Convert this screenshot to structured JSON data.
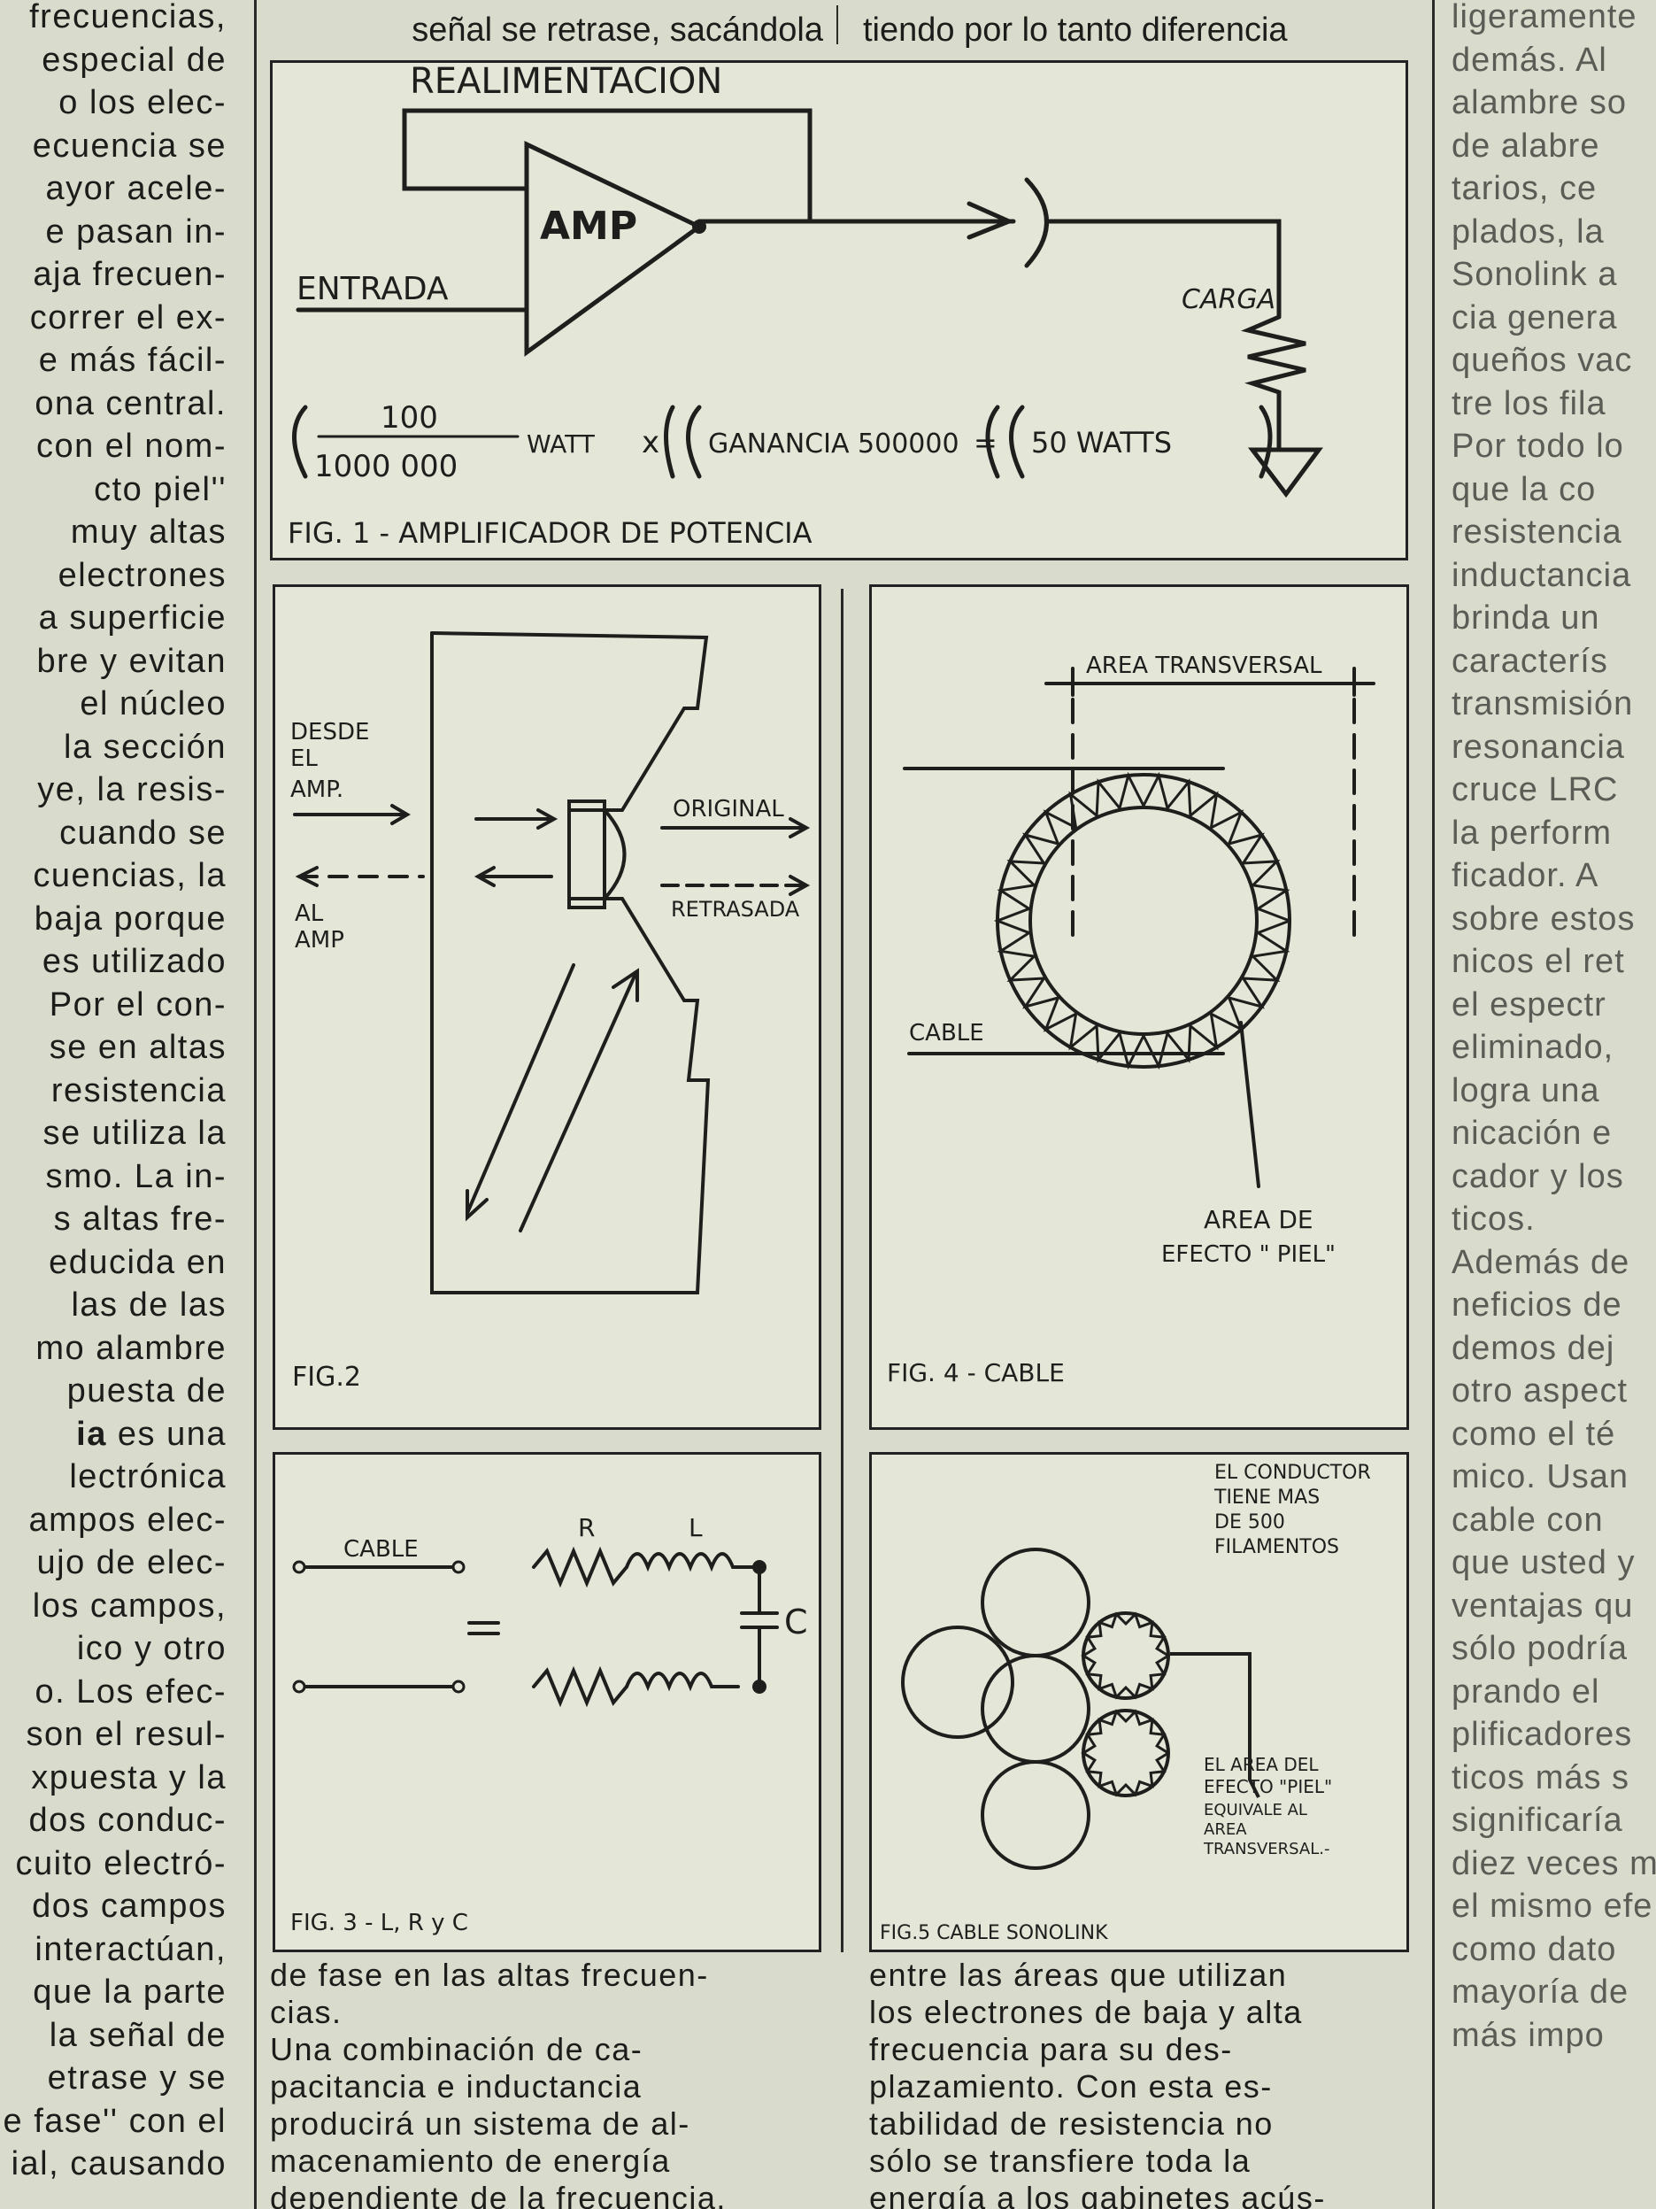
{
  "left_column": [
    {
      "t": "frecuencias,"
    },
    {
      "t": "especial de"
    },
    {
      "t": "o los elec-"
    },
    {
      "t": "ecuencia se"
    },
    {
      "t": "ayor acele-"
    },
    {
      "t": "e pasan in-"
    },
    {
      "t": "aja frecuen-"
    },
    {
      "t": "correr el ex-"
    },
    {
      "t": "e más fácil-"
    },
    {
      "t": "ona central."
    },
    {
      "t": "con el nom-"
    },
    {
      "t": "cto piel''"
    },
    {
      "t": "muy altas"
    },
    {
      "t": "electrones"
    },
    {
      "t": "a superficie"
    },
    {
      "t": "bre y evitan"
    },
    {
      "t": "el núcleo"
    },
    {
      "t": "la sección"
    },
    {
      "t": "ye, la resis-"
    },
    {
      "t": "cuando se"
    },
    {
      "t": "cuencias, la"
    },
    {
      "t": "baja porque"
    },
    {
      "t": "es utilizado"
    },
    {
      "t": "Por el con-"
    },
    {
      "t": "se en altas"
    },
    {
      "t": "resistencia"
    },
    {
      "t": "se utiliza la"
    },
    {
      "t": "smo. La in-"
    },
    {
      "t": "s altas fre-"
    },
    {
      "t": "educida en"
    },
    {
      "t": "las de las"
    },
    {
      "t": "mo alambre"
    },
    {
      "t": "puesta de"
    },
    {
      "t": ""
    },
    {
      "t": "ia es una",
      "b": "ia"
    },
    {
      "t": "lectrónica"
    },
    {
      "t": "ampos elec-"
    },
    {
      "t": "ujo de elec-"
    },
    {
      "t": "los campos,"
    },
    {
      "t": "ico y otro"
    },
    {
      "t": "o. Los efec-"
    },
    {
      "t": "son el resul-"
    },
    {
      "t": "xpuesta y la"
    },
    {
      "t": "dos conduc-"
    },
    {
      "t": "cuito electró-"
    },
    {
      "t": "dos campos"
    },
    {
      "t": "interactúan,"
    },
    {
      "t": "que la parte"
    },
    {
      "t": "la señal de"
    },
    {
      "t": "etrase y se"
    },
    {
      "t": "e fase'' con el"
    },
    {
      "t": "ial, causando"
    }
  ],
  "top_middle": {
    "left_text": "señal se retrase, sacándola",
    "right_text": "tiendo por lo tanto diferencia"
  },
  "mid_left_text": [
    "de fase en las altas frecuen-",
    "cias.",
    "Una combinación de ca-",
    "pacitancia e inductancia",
    "producirá un sistema de al-",
    "macenamiento de energía",
    "dependiente de la frecuencia."
  ],
  "mid_right_text": [
    "entre las áreas que utilizan",
    "los electrones de baja y alta",
    "frecuencia para su des-",
    "plazamiento. Con esta es-",
    "tabilidad de resistencia no",
    "sólo se transfiere toda la",
    "energía a los gabinetes acús-"
  ],
  "right_column": [
    "",
    "",
    "",
    "",
    "",
    "ligeramente",
    "demás. Al",
    "alambre so",
    "de alabre",
    "tarios, ce",
    "plados, la",
    "Sonolink a",
    "cia genera",
    "queños vac",
    "tre los fila",
    "Por todo lo",
    "que la co",
    "resistencia",
    "inductancia",
    "brinda un",
    "caracterís",
    "transmisión",
    "resonancia",
    "cruce LRC",
    "la perform",
    "ficador. A",
    "sobre estos",
    "nicos el ret",
    "el espectr",
    "eliminado,",
    "logra una",
    "nicación e",
    "cador y los",
    "ticos.",
    "Además de",
    "neficios de",
    "demos dej",
    "otro aspect",
    "como el té",
    "mico. Usan",
    "cable con",
    "que usted y",
    "ventajas qu",
    "sólo podría",
    "prando el",
    "plificadores",
    "ticos más s",
    "significaría",
    "diez veces m",
    "el mismo efe",
    "como dato",
    "mayoría de",
    "más impo"
  ],
  "fig1": {
    "feedback": "REALIMENTACION",
    "amp": "AMP",
    "input": "ENTRADA",
    "load": "CARGA",
    "num": "100",
    "den": "1000 000",
    "watt": "WATT",
    "gain": "GANANCIA 500000",
    "result": "50 WATTS",
    "caption": "FIG. 1 - AMPLIFICADOR DE POTENCIA"
  },
  "fig2": {
    "from_amp_1": "DESDE",
    "from_amp_2": "EL",
    "from_amp_3": "AMP.",
    "to_amp_1": "AL",
    "to_amp_2": "AMP",
    "original": "ORIGINAL",
    "delayed": "RETRASADA",
    "caption": "FIG.2"
  },
  "fig3": {
    "cable": "CABLE",
    "r": "R",
    "l": "L",
    "c": "C",
    "eq": "=",
    "caption": "FIG. 3 - L, R y C"
  },
  "fig4": {
    "area": "AREA TRANSVERSAL",
    "cable": "CABLE",
    "skin_1": "AREA DE",
    "skin_2": "EFECTO \" PIEL\"",
    "caption": "FIG. 4 - CABLE"
  },
  "fig5": {
    "cond_1": "EL CONDUCTOR",
    "cond_2": "TIENE MAS",
    "cond_3": "DE 500",
    "cond_4": "FILAMENTOS",
    "eq_1": "EL AREA DEL",
    "eq_2": "EFECTO \"PIEL\"",
    "eq_3": "EQUIVALE AL",
    "eq_4": "AREA",
    "eq_5": "TRANSVERSAL.-",
    "caption": "FIG.5 CABLE SONOLINK"
  }
}
